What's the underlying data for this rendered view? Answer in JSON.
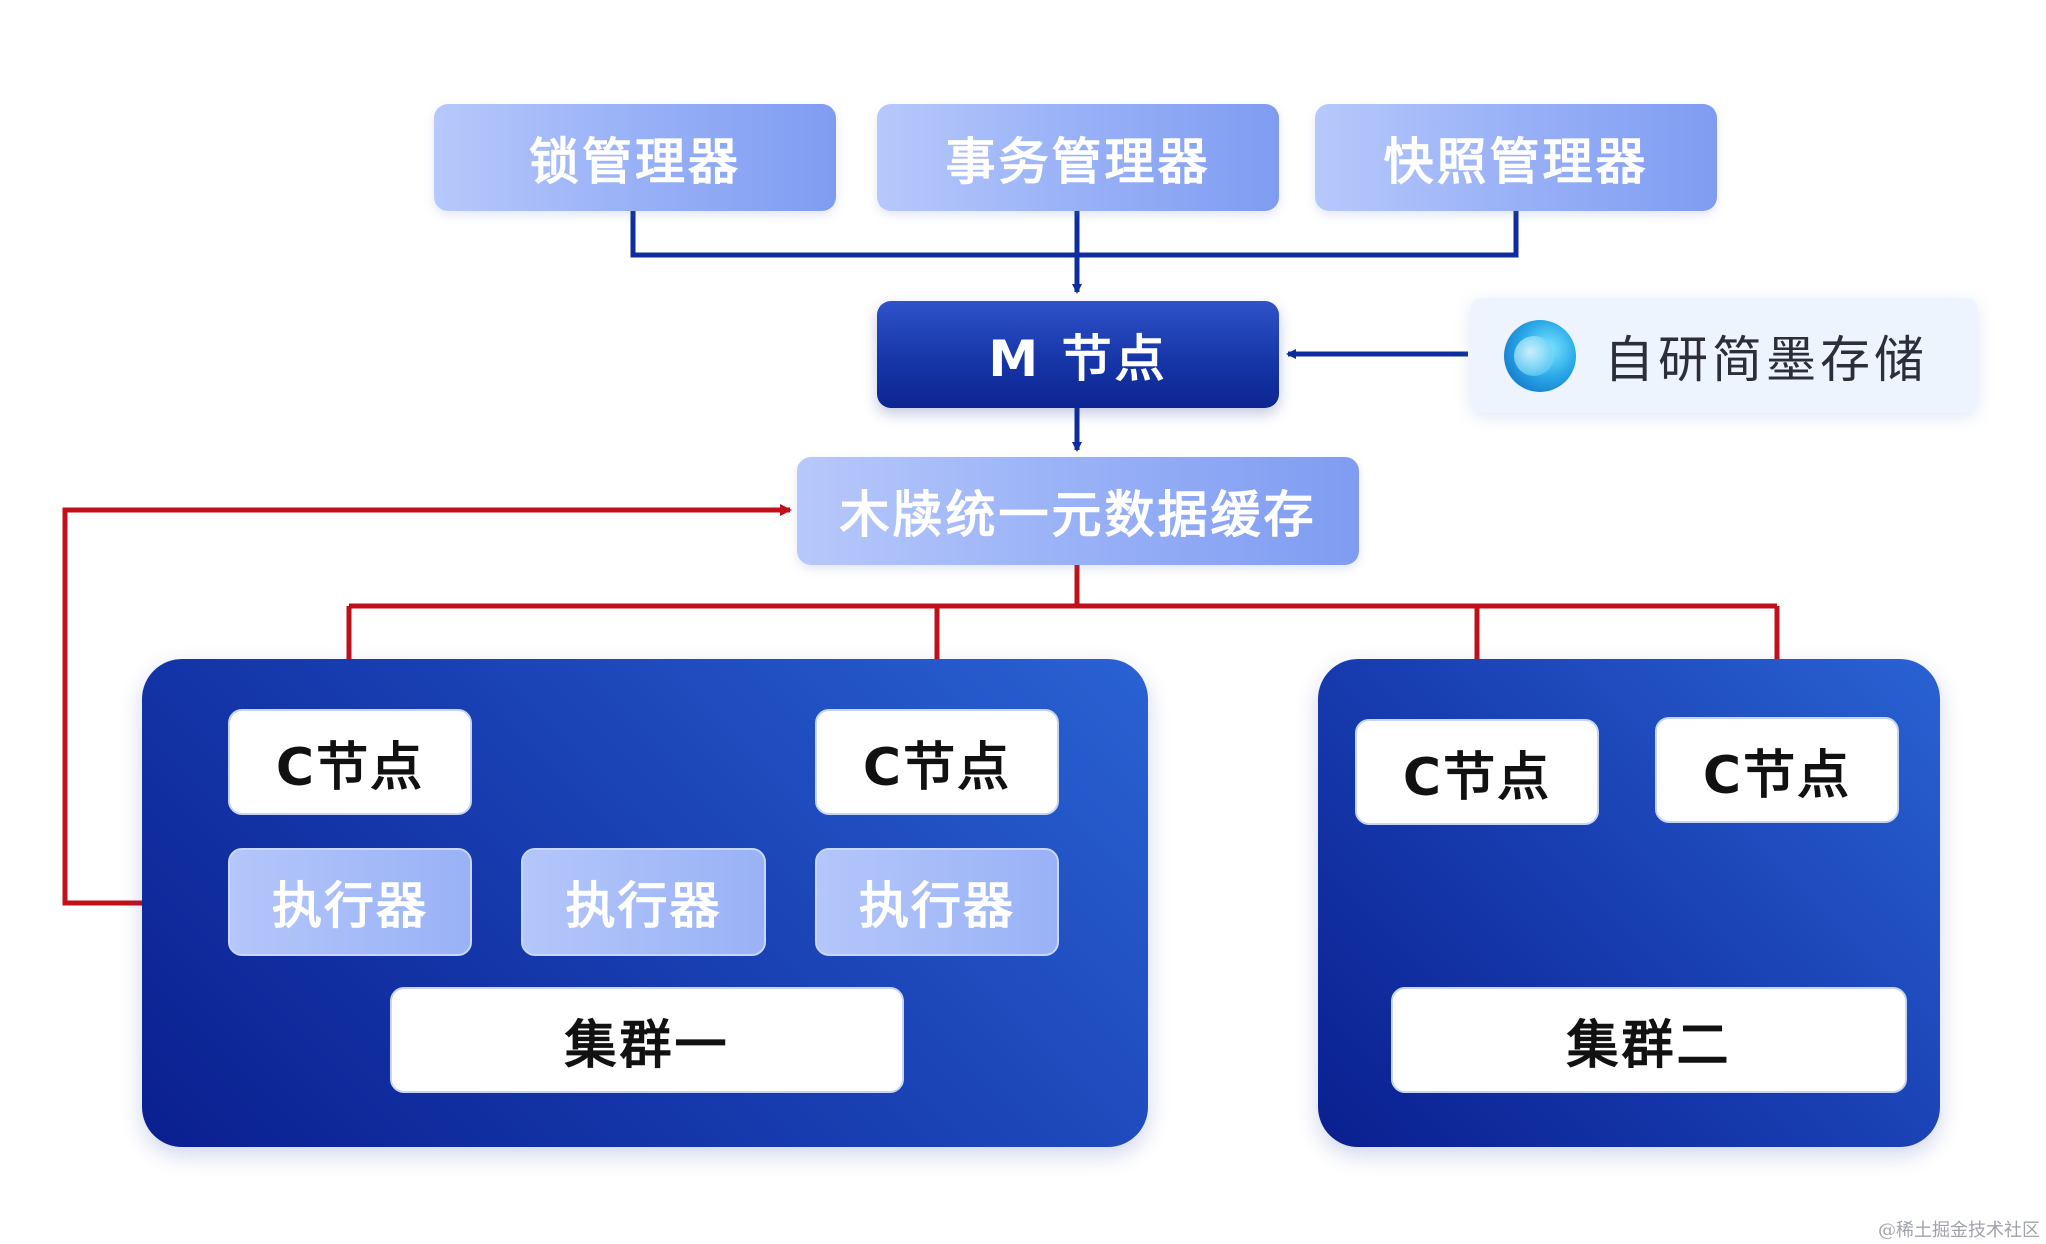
{
  "managers": [
    "锁管理器",
    "事务管理器",
    "快照管理器"
  ],
  "m_node": "M 节点",
  "storage": {
    "label": "自研简墨存储",
    "icon": "storage-logo-icon"
  },
  "cache": "木牍统一元数据缓存",
  "cluster1": {
    "label": "集群一",
    "c_nodes": [
      "C节点",
      "C节点"
    ],
    "executors": [
      "执行器",
      "执行器",
      "执行器"
    ]
  },
  "cluster2": {
    "label": "集群二",
    "c_nodes": [
      "C节点",
      "C节点"
    ]
  },
  "watermark": "@稀土掘金技术社区",
  "colors": {
    "blue_line": "#0d2d9e",
    "red_line": "#c0101a",
    "dark_blue": "#1636a8",
    "light_blue": "#9bb3f7"
  }
}
